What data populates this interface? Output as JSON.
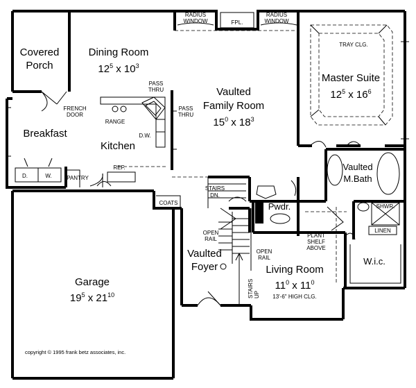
{
  "rooms": {
    "covered_porch": [
      "Covered",
      "Porch"
    ],
    "dining_room": {
      "name": "Dining Room",
      "w": "12",
      "w_in": "5",
      "x": "x",
      "h": "10",
      "h_in": "3"
    },
    "family_room": {
      "line1": "Vaulted",
      "line2": "Family Room",
      "w": "15",
      "w_in": "0",
      "x": "x",
      "h": "18",
      "h_in": "3"
    },
    "master_suite": {
      "name": "Master Suite",
      "w": "12",
      "w_in": "5",
      "x": "x",
      "h": "16",
      "h_in": "6"
    },
    "breakfast": "Breakfast",
    "kitchen": "Kitchen",
    "master_bath": [
      "Vaulted",
      "M.Bath"
    ],
    "powder": "Pwdr.",
    "garage": {
      "name": "Garage",
      "w": "19",
      "w_in": "5",
      "x": "x",
      "h": "21",
      "h_in": "10"
    },
    "foyer": [
      "Vaulted",
      "Foyer"
    ],
    "living_room": {
      "name": "Living Room",
      "w": "11",
      "w_in": "0",
      "x": "x",
      "h": "11",
      "h_in": "0"
    },
    "walk_in_closet": "W.i.c."
  },
  "labels": {
    "radius_window_left": [
      "RADIUS",
      "WINDOW"
    ],
    "radius_window_right": [
      "RADIUS",
      "WINDOW"
    ],
    "fireplace": "FPL.",
    "tray_ceiling": "TRAY CLG.",
    "pass_thru_kitchen": [
      "PASS",
      "THRU"
    ],
    "pass_thru_family": [
      "PASS",
      "THRU"
    ],
    "french_door": [
      "FRENCH",
      "DOOR"
    ],
    "range": "RANGE",
    "dishwasher": "D.W.",
    "refrigerator": "REF.",
    "dryer": "D.",
    "washer": "W.",
    "pantry": "PANTRY",
    "coats": "COATS",
    "stairs_down": [
      "STAIRS",
      "DN."
    ],
    "open_rail_left": [
      "OPEN",
      "RAIL"
    ],
    "open_rail_right": [
      "OPEN",
      "RAIL"
    ],
    "stairs_up": [
      "STAIRS",
      "UP"
    ],
    "plant_shelf": [
      "PLANT",
      "SHELF",
      "ABOVE"
    ],
    "shower": "SHWR.",
    "linen": "LINEN",
    "high_ceiling": "13'-6\" HIGH CLG."
  },
  "copyright": "copyright © 1995 frank betz associates, inc."
}
